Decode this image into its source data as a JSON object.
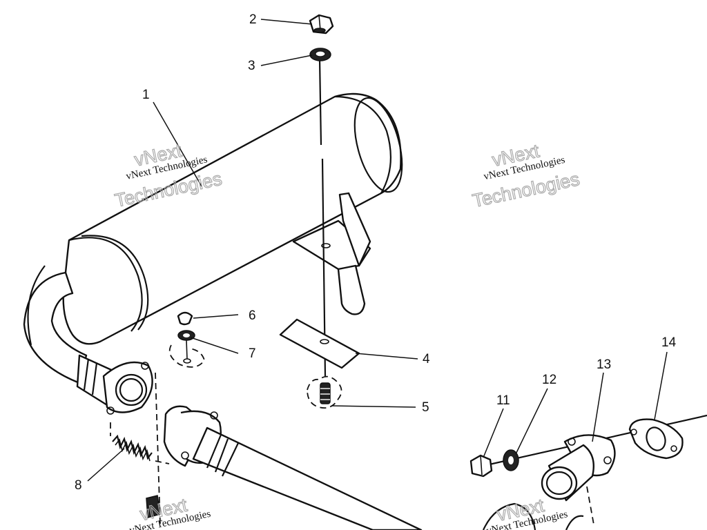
{
  "callouts": [
    "1",
    "2",
    "3",
    "4",
    "5",
    "6",
    "7",
    "8",
    "11",
    "12",
    "13",
    "14"
  ],
  "watermark": {
    "line1": "vNext",
    "line2": "vNext Technologies",
    "line3": "Technologies"
  },
  "colors": {
    "ink": "#111111",
    "paper": "#ffffff",
    "watermark": "#aaaaaa"
  }
}
